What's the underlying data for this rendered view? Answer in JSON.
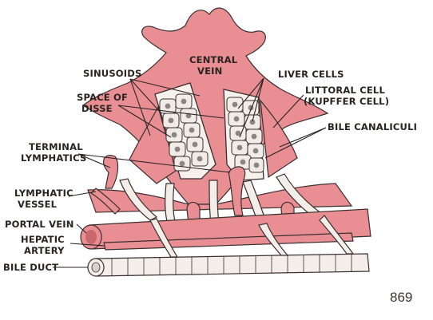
{
  "background_text": {
    "lines": []
  },
  "labels": {
    "central_vein": [
      "CENTRAL",
      "VEIN"
    ],
    "sinusoids": "SINUSOIDS",
    "space_of_disse": [
      "SPACE OF",
      "DISSE"
    ],
    "liver_cells": "LIVER CELLS",
    "littoral_cell": [
      "LITTORAL CELL",
      "(KUPFFER CELL)"
    ],
    "bile_canaliculi": "BILE CANALICULI",
    "terminal_lymphatics": [
      "TERMINAL",
      "LYMPHATICS"
    ],
    "lymphatic_vessel": [
      "LYMPHATIC",
      "VESSEL"
    ],
    "portal_vein": "PORTAL VEIN",
    "hepatic_artery": [
      "HEPATIC",
      "ARTERY"
    ],
    "bile_duct": "BILE DUCT"
  },
  "page_number": "869",
  "colors": {
    "tissue_pink": "#e98f93",
    "cell_fill": "#f1ece6",
    "ink": "#2a2322"
  }
}
